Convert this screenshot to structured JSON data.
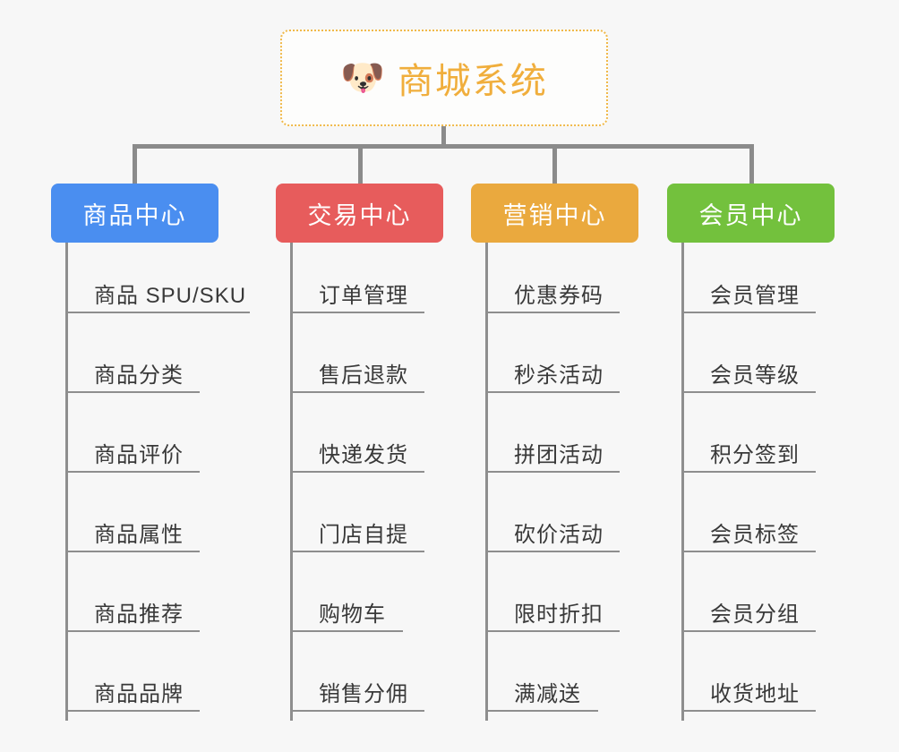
{
  "diagram": {
    "type": "mind-map",
    "background_color": "#f7f7f7",
    "root": {
      "icon": "dog-face-emoji",
      "icon_glyph": "🐶",
      "title": "商城系统",
      "border_color": "#f0b94a",
      "text_color": "#f0ae3c"
    },
    "branches": [
      {
        "id": "product-center",
        "label": "商品中心",
        "color": "#4a8ef0",
        "items": [
          "商品 SPU/SKU",
          "商品分类",
          "商品评价",
          "商品属性",
          "商品推荐",
          "商品品牌"
        ]
      },
      {
        "id": "trade-center",
        "label": "交易中心",
        "color": "#e75c5c",
        "items": [
          "订单管理",
          "售后退款",
          "快递发货",
          "门店自提",
          "购物车",
          "销售分佣"
        ]
      },
      {
        "id": "marketing-center",
        "label": "营销中心",
        "color": "#eaa93e",
        "items": [
          "优惠券码",
          "秒杀活动",
          "拼团活动",
          "砍价活动",
          "限时折扣",
          "满减送"
        ]
      },
      {
        "id": "member-center",
        "label": "会员中心",
        "color": "#73c13d",
        "items": [
          "会员管理",
          "会员等级",
          "积分签到",
          "会员标签",
          "会员分组",
          "收货地址"
        ]
      }
    ]
  }
}
